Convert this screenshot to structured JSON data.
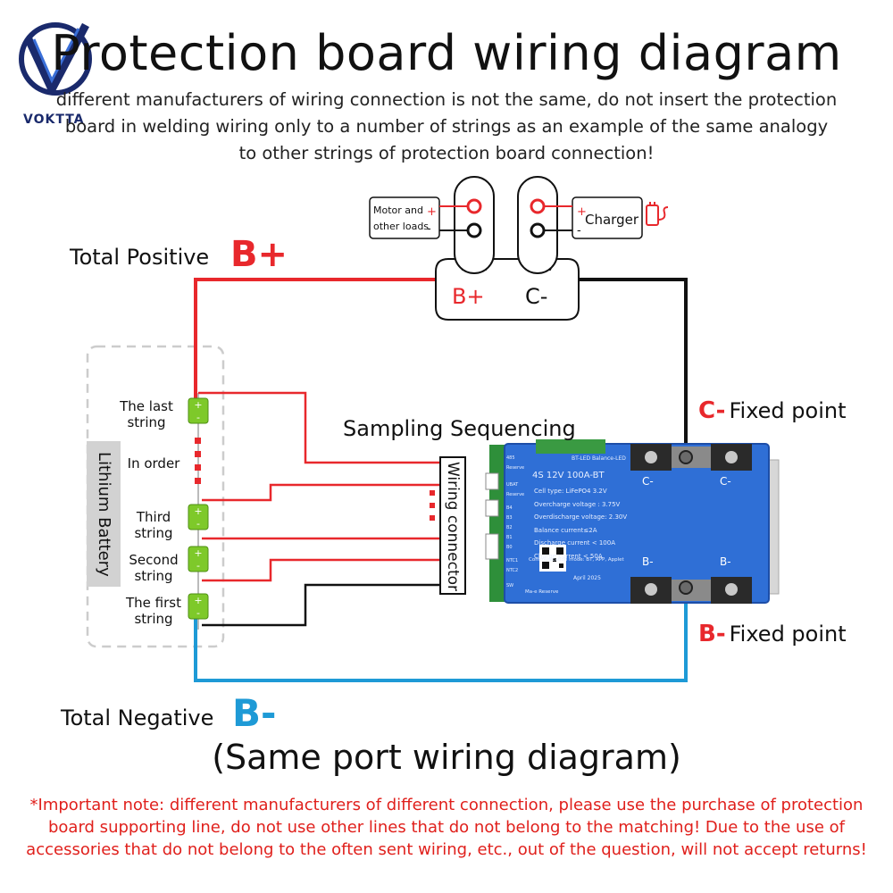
{
  "brand": {
    "logo_text": "VOKTTA"
  },
  "title": "Protection board wiring diagram",
  "intro": "different manufacturers of wiring connection is not the same, do not insert the protection board in welding wiring only to a number of strings as an example of the same analogy to other strings of protection board connection!",
  "labels": {
    "total_positive": "Total Positive",
    "b_plus_big": "B+",
    "total_negative": "Total Negative",
    "b_minus_big": "B-",
    "c_fixed_mark": "C-",
    "c_fixed_text": "Fixed point",
    "b_fixed_mark": "B-",
    "b_fixed_text": "Fixed point",
    "sampling": "Sampling Sequencing",
    "wiring_connector": "Wiring connector",
    "lithium_battery": "Lithium Battery",
    "motor_loads_1": "Motor and",
    "motor_loads_2": "other loads",
    "charger": "Charger",
    "port_b_plus": "B+",
    "port_c_minus": "C-"
  },
  "battery_strings": [
    {
      "line1": "The last",
      "line2": "string"
    },
    {
      "line1": "In order",
      "line2": ""
    },
    {
      "line1": "Third",
      "line2": "string"
    },
    {
      "line1": "Second",
      "line2": "string"
    },
    {
      "line1": "The first",
      "line2": "string"
    }
  ],
  "board": {
    "model": "4S 12V 100A-BT",
    "header": "BT-LED Balance-LED",
    "specs": [
      "Cell type: LiFePO4 3.2V",
      "Overcharge voltage : 3.75V",
      "Overdischarge voltage: 2.30V",
      "Balance current≤2A",
      "Discharge current < 100A",
      "Charge current < 50A",
      "Communication mode: BT, APP, Applet"
    ],
    "date": "April 2025",
    "pad_c1": "C-",
    "pad_c2": "C-",
    "pad_b1": "B-",
    "pad_b2": "B-",
    "pin_labels": [
      "485",
      "Reserve",
      "UBAT",
      "Reserve",
      "B4",
      "B3",
      "B2",
      "B1",
      "B0",
      "NTC1",
      "NTC2",
      "SW"
    ],
    "bottom_label": "Ma-e Reserve"
  },
  "subtitle": "(Same port wiring diagram)",
  "important_note": "*Important note: different manufacturers of different connection, please use the purchase of protection board supporting line, do not use other lines that do not belong to the matching! Due to the use of accessories that do not belong to the often sent wiring, etc., out of the question, will not accept returns!",
  "colors": {
    "red_wire": "#e8282c",
    "black_wire": "#111111",
    "blue_wire": "#1e9ad6",
    "board_blue": "#2f6fd6",
    "cell_green": "#7ec92a"
  }
}
